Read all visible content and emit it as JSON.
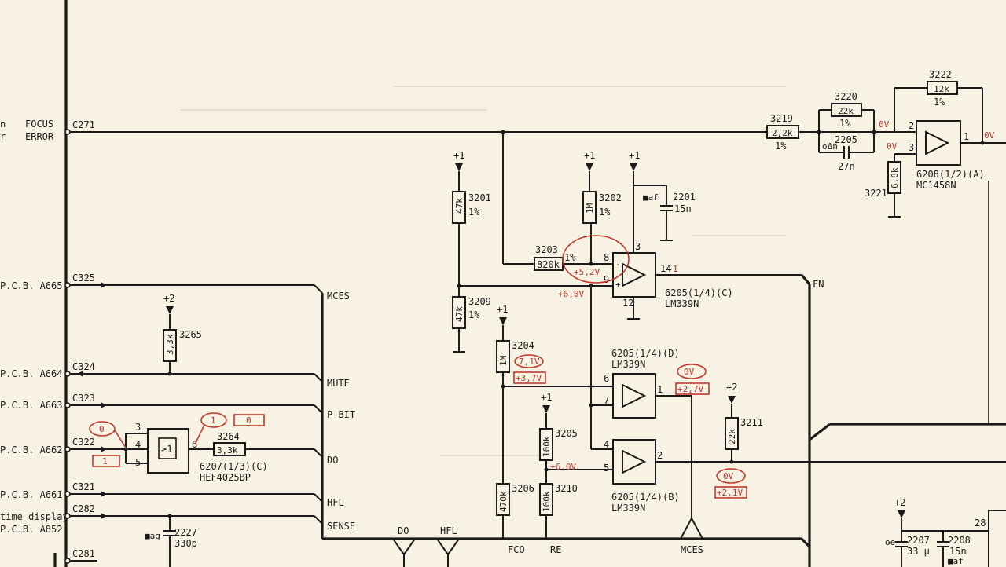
{
  "colors": {
    "paper": "#f7f2e4",
    "ink": "#1c1a18",
    "measure_red": "#b8372a"
  },
  "connectors": {
    "focus_error": {
      "pin": "C271",
      "label1": "FOCUS",
      "label2": "ERROR"
    },
    "c325": {
      "pin": "C325",
      "src": "P.C.B. A665"
    },
    "c324": {
      "pin": "C324",
      "src": "P.C.B. A664"
    },
    "c323": {
      "pin": "C323",
      "src": "P.C.B. A663"
    },
    "c322": {
      "pin": "C322",
      "src": "P.C.B. A662"
    },
    "c321": {
      "pin": "C321",
      "src": "P.C.B. A661"
    },
    "c282": {
      "pin": "C282",
      "src1": "time display",
      "src2": "P.C.B. A852"
    },
    "c281": {
      "pin": "C281"
    }
  },
  "bus_labels": [
    "MCES",
    "MUTE",
    "P-BIT",
    "DO",
    "HFL",
    "SENSE",
    "FN"
  ],
  "bottom_labels": [
    "DO",
    "HFL",
    "FCO",
    "RE",
    "MCES"
  ],
  "supplies": {
    "p1": "+1",
    "p2": "+2"
  },
  "resistors": {
    "r3201": {
      "ref": "3201",
      "value": "47k",
      "tol": "1%"
    },
    "r3202": {
      "ref": "3202",
      "value": "1M",
      "tol": "1%"
    },
    "r3203": {
      "ref": "3203",
      "value": "820k",
      "tol": "1%"
    },
    "r3209": {
      "ref": "3209",
      "value": "47k",
      "tol": "1%"
    },
    "r3204": {
      "ref": "3204",
      "value": "1M"
    },
    "r3205": {
      "ref": "3205",
      "value": "100k"
    },
    "r3206": {
      "ref": "3206",
      "value": "470k"
    },
    "r3210": {
      "ref": "3210",
      "value": "100k"
    },
    "r3211": {
      "ref": "3211",
      "value": "22k"
    },
    "r3265": {
      "ref": "3265",
      "value": "3,3k"
    },
    "r3264": {
      "ref": "3264",
      "value": "3,3k"
    },
    "r3219": {
      "ref": "3219",
      "value": "2,2k",
      "tol": "1%"
    },
    "r3220": {
      "ref": "3220",
      "value": "22k",
      "tol": "1%"
    },
    "r3222": {
      "ref": "3222",
      "value": "12k",
      "tol": "1%"
    },
    "r3221": {
      "ref": "3221",
      "value": "6,8k"
    }
  },
  "capacitors": {
    "c2201": {
      "ref": "2201",
      "value": "15n"
    },
    "c2205": {
      "ref": "2205",
      "value": "27n"
    },
    "c2227": {
      "ref": "2227",
      "value": "330p"
    },
    "c2207": {
      "ref": "2207",
      "value": "33 μ"
    },
    "c2208": {
      "ref": "2208",
      "value": "15n"
    }
  },
  "ics": {
    "u6205c": {
      "name": "6205(1/4)(C)",
      "type": "LM339N",
      "pins": [
        "8",
        "9",
        "3",
        "14",
        "12",
        "1"
      ]
    },
    "u6205d": {
      "name": "6205(1/4)(D)",
      "type": "LM339N",
      "pins": [
        "6",
        "7",
        "1"
      ]
    },
    "u6205b": {
      "name": "6205(1/4)(B)",
      "type": "LM339N",
      "pins": [
        "4",
        "5",
        "2"
      ]
    },
    "u6207": {
      "name": "6207(1/3)(C)",
      "type": "HEF4025BP",
      "pins": [
        "3",
        "4",
        "5",
        "6"
      ],
      "symbol": "≥1"
    },
    "u6208": {
      "name": "6208(1/2)(A)",
      "type": "MC1458N",
      "pins": [
        "2",
        "3",
        "1"
      ]
    },
    "ic28": {
      "pin": "28"
    }
  },
  "measurements": {
    "v52": "+5,2V",
    "v60a": "+6,0V",
    "v71": "7,1V",
    "v37": "+3,7V",
    "v0d": "0V",
    "v27": "+2,7V",
    "v60b": "+6,0V",
    "v0b": "0V",
    "v21": "+2,1V",
    "v0in": "0",
    "v1in": "1",
    "v1out": "1",
    "v0out": "0",
    "v0a": "0V",
    "v0b2": "0V",
    "v0c": "0V"
  }
}
